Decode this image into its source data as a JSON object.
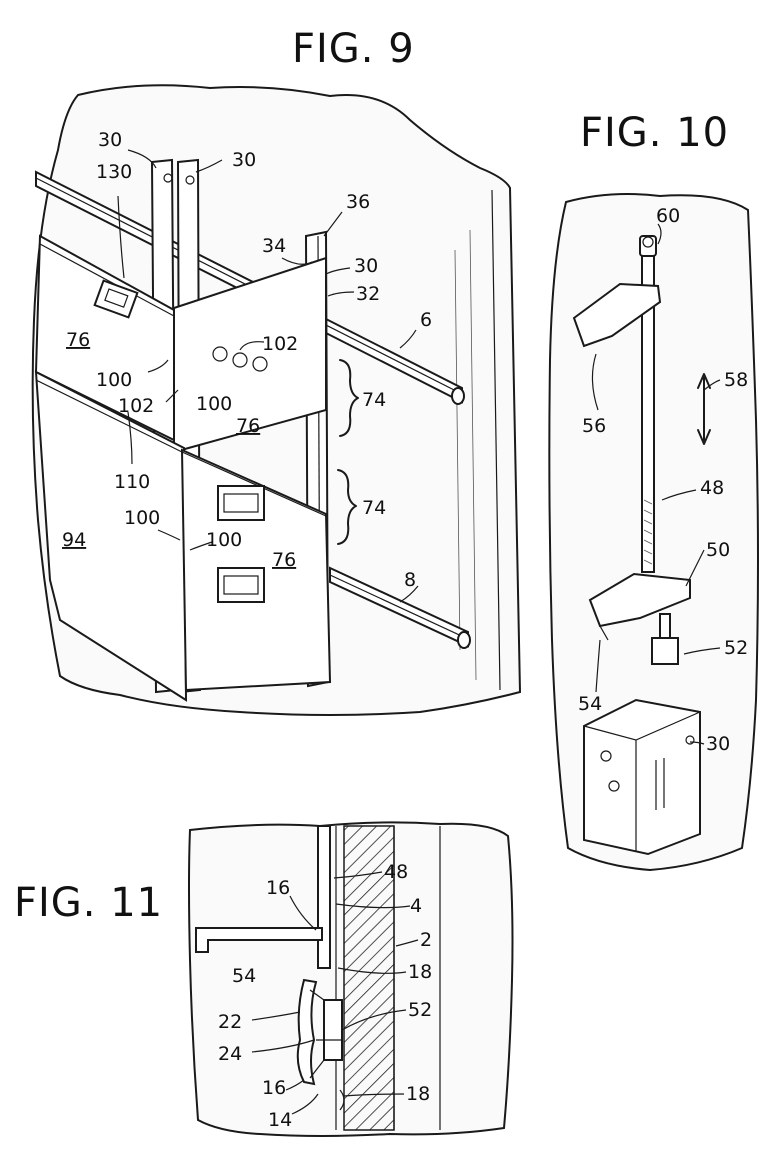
{
  "figures": {
    "fig9": {
      "title": "FIG. 9",
      "labels": {
        "l130": "130",
        "l30a": "30",
        "l30b": "30",
        "l30c": "30",
        "l36": "36",
        "l34": "34",
        "l32": "32",
        "l6": "6",
        "l102a": "102",
        "l76a": "76",
        "l100a": "100",
        "l102b": "102",
        "l100b": "100",
        "l76b": "76",
        "l74a": "74",
        "l110": "110",
        "l74b": "74",
        "l94": "94",
        "l100c": "100",
        "l100d": "100",
        "l76c": "76",
        "l8": "8"
      }
    },
    "fig10": {
      "title": "FIG. 10",
      "labels": {
        "l60": "60",
        "l58": "58",
        "l56": "56",
        "l48": "48",
        "l50": "50",
        "l52": "52",
        "l54": "54",
        "l30": "30"
      }
    },
    "fig11": {
      "title": "FIG. 11",
      "labels": {
        "l16a": "16",
        "l48": "48",
        "l4": "4",
        "l2": "2",
        "l54": "54",
        "l18a": "18",
        "l22": "22",
        "l52": "52",
        "l24": "24",
        "l16b": "16",
        "l18b": "18",
        "l14": "14"
      }
    }
  }
}
